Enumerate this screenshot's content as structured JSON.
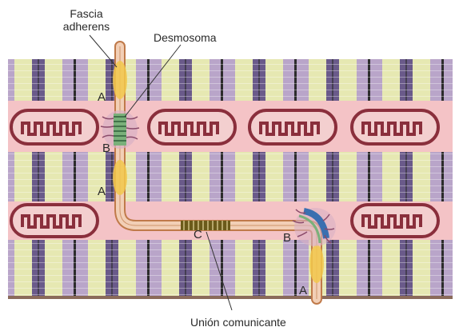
{
  "labels": {
    "fascia_line1": "Fascia",
    "fascia_line2": "adherens",
    "desmosoma": "Desmosoma",
    "union_comunicante": "Unión comunicante",
    "a": "A",
    "b": "B",
    "c": "C"
  },
  "colors": {
    "background": "#ffffff",
    "purple_band": "#a48ab8",
    "dark_purple_band": "#5a4a7a",
    "yellow_band": "#e9eab0",
    "sarcomere_line": "#2c2c2c",
    "pink_stripe": "#f4c3c6",
    "mitochondria_fill": "#f3cfcf",
    "mitochondria_outline": "#8a2f3c",
    "membrane": "#f2cfb6",
    "membrane_outline": "#c07a4a",
    "fascia_yellow": "#f2c84b",
    "gap_junction": "#6b5a1a",
    "desmosome_blue": "#3a6fb0",
    "desmosome_green": "#7ab07a"
  }
}
